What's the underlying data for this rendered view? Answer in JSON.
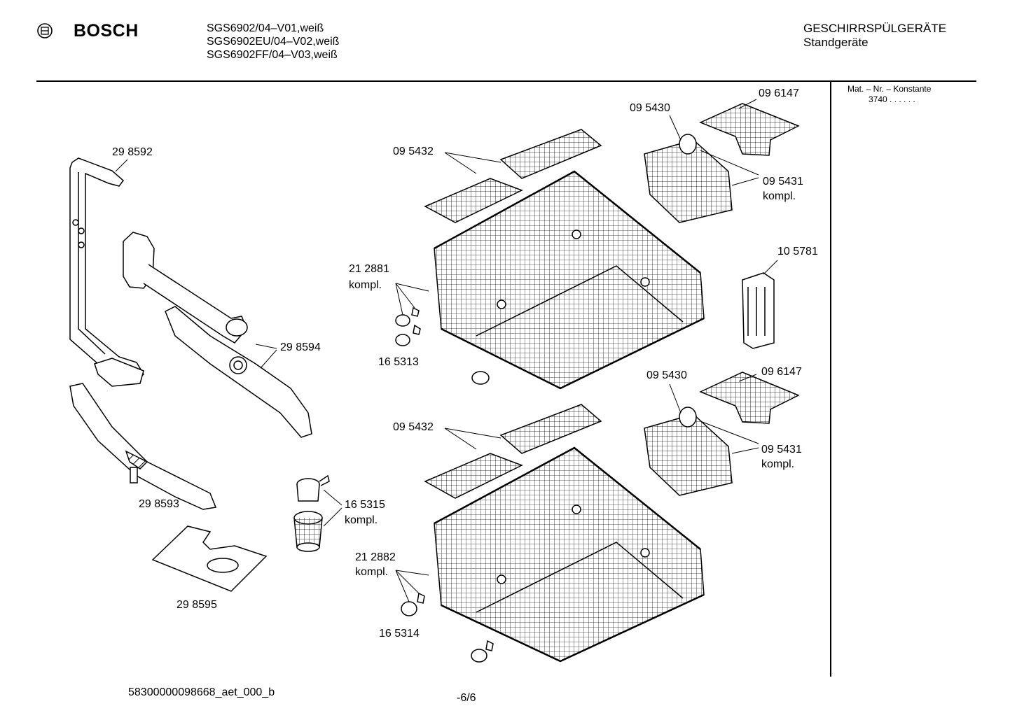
{
  "header": {
    "brand": "BOSCH",
    "models": [
      "SGS6902/04–V01,weiß",
      "SGS6902EU/04–V02,weiß",
      "SGS6902FF/04–V03,weiß"
    ],
    "category_title": "GESCHIRRSPÜLGERÄTE",
    "category_subtitle": "Standgeräte"
  },
  "sidebar": {
    "mat_label": "Mat. – Nr. – Konstante",
    "mat_value": "3740 . .   . . . ."
  },
  "parts": {
    "p298592": "29 8592",
    "p298594": "29 8594",
    "p298593": "29 8593",
    "p298595": "29 8595",
    "p165315": "16 5315",
    "p165315_sub": "kompl.",
    "p212881": "21 2881",
    "p212881_sub": "kompl.",
    "p165313": "16 5313",
    "p095432_a": "09 5432",
    "p095430_a": "09 5430",
    "p096147_a": "09 6147",
    "p095431_a": "09 5431",
    "p095431_a_sub": "kompl.",
    "p105781": "10 5781",
    "p095432_b": "09 5432",
    "p095430_b": "09 5430",
    "p096147_b": "09 6147",
    "p095431_b": "09 5431",
    "p095431_b_sub": "kompl.",
    "p212882": "21 2882",
    "p212882_sub": "kompl.",
    "p165314": "16 5314"
  },
  "footer": {
    "doc_id": "58300000098668_aet_000_b",
    "page": "-6/6"
  }
}
